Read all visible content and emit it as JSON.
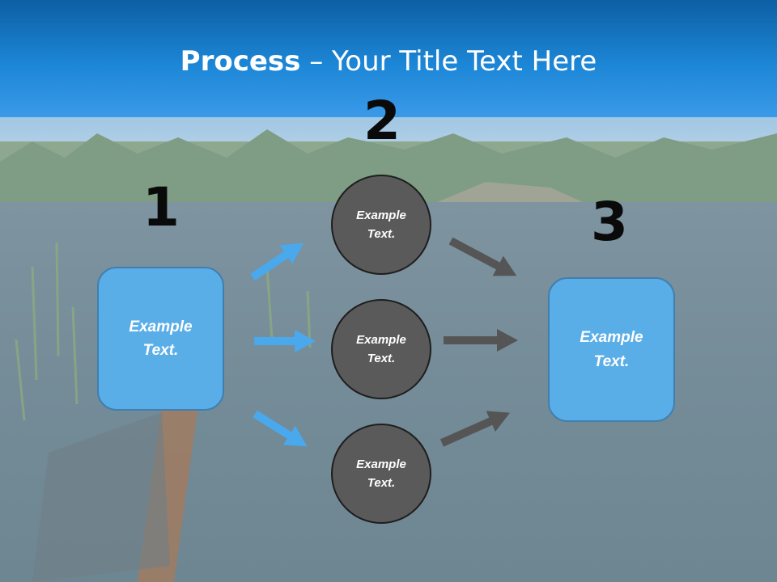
{
  "title": {
    "bold": "Process",
    "dash": " – ",
    "rest": "Your Title Text Here"
  },
  "steps": {
    "one": "1",
    "two": "2",
    "three": "3"
  },
  "left_box": {
    "text": "Example Text."
  },
  "circles": [
    {
      "text": "Example Text."
    },
    {
      "text": "Example Text."
    },
    {
      "text": "Example Text."
    }
  ],
  "right_box": {
    "text": "Example Text."
  },
  "colors": {
    "header": "#1c86d6",
    "blue_box": "#5aaee8",
    "blue_arrow": "#4aa8ec",
    "gray_circle": "#5a5a5a",
    "gray_arrow": "#555555"
  }
}
